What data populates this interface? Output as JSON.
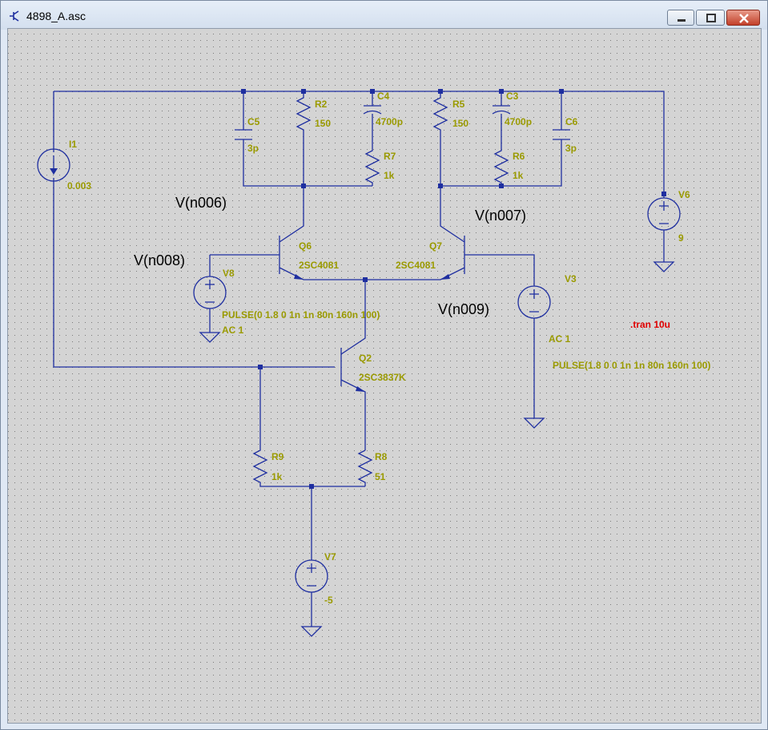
{
  "window": {
    "title": "4898_A.asc"
  },
  "colors": {
    "wire": "#1f2fa0",
    "label": "#9a9a00",
    "directive": "#e00000",
    "canvas": "#d4d4d4"
  },
  "components": {
    "i1": {
      "name": "I1",
      "value": "0.003"
    },
    "c5": {
      "name": "C5",
      "value": "3p"
    },
    "r2": {
      "name": "R2",
      "value": "150"
    },
    "c4": {
      "name": "C4",
      "value": "4700p"
    },
    "r7": {
      "name": "R7",
      "value": "1k"
    },
    "r5": {
      "name": "R5",
      "value": "150"
    },
    "c3": {
      "name": "C3",
      "value": "4700p"
    },
    "r6": {
      "name": "R6",
      "value": "1k"
    },
    "c6": {
      "name": "C6",
      "value": "3p"
    },
    "v6": {
      "name": "V6",
      "value": "9"
    },
    "q6": {
      "name": "Q6",
      "value": "2SC4081"
    },
    "q7": {
      "name": "Q7",
      "value": "2SC4081"
    },
    "v8": {
      "name": "V8",
      "pulse": "PULSE(0 1.8 0 1n 1n 80n 160n 100)",
      "ac": "AC 1"
    },
    "v3": {
      "name": "V3",
      "ac": "AC 1",
      "pulse": "PULSE(1.8 0 0 1n 1n 80n 160n 100)"
    },
    "q2": {
      "name": "Q2",
      "value": "2SC3837K"
    },
    "r9": {
      "name": "R9",
      "value": "1k"
    },
    "r8": {
      "name": "R8",
      "value": "51"
    },
    "v7": {
      "name": "V7",
      "value": "-5"
    }
  },
  "nodes": {
    "n006": "V(n006)",
    "n007": "V(n007)",
    "n008": "V(n008)",
    "n009": "V(n009)"
  },
  "directive": ".tran 10u"
}
